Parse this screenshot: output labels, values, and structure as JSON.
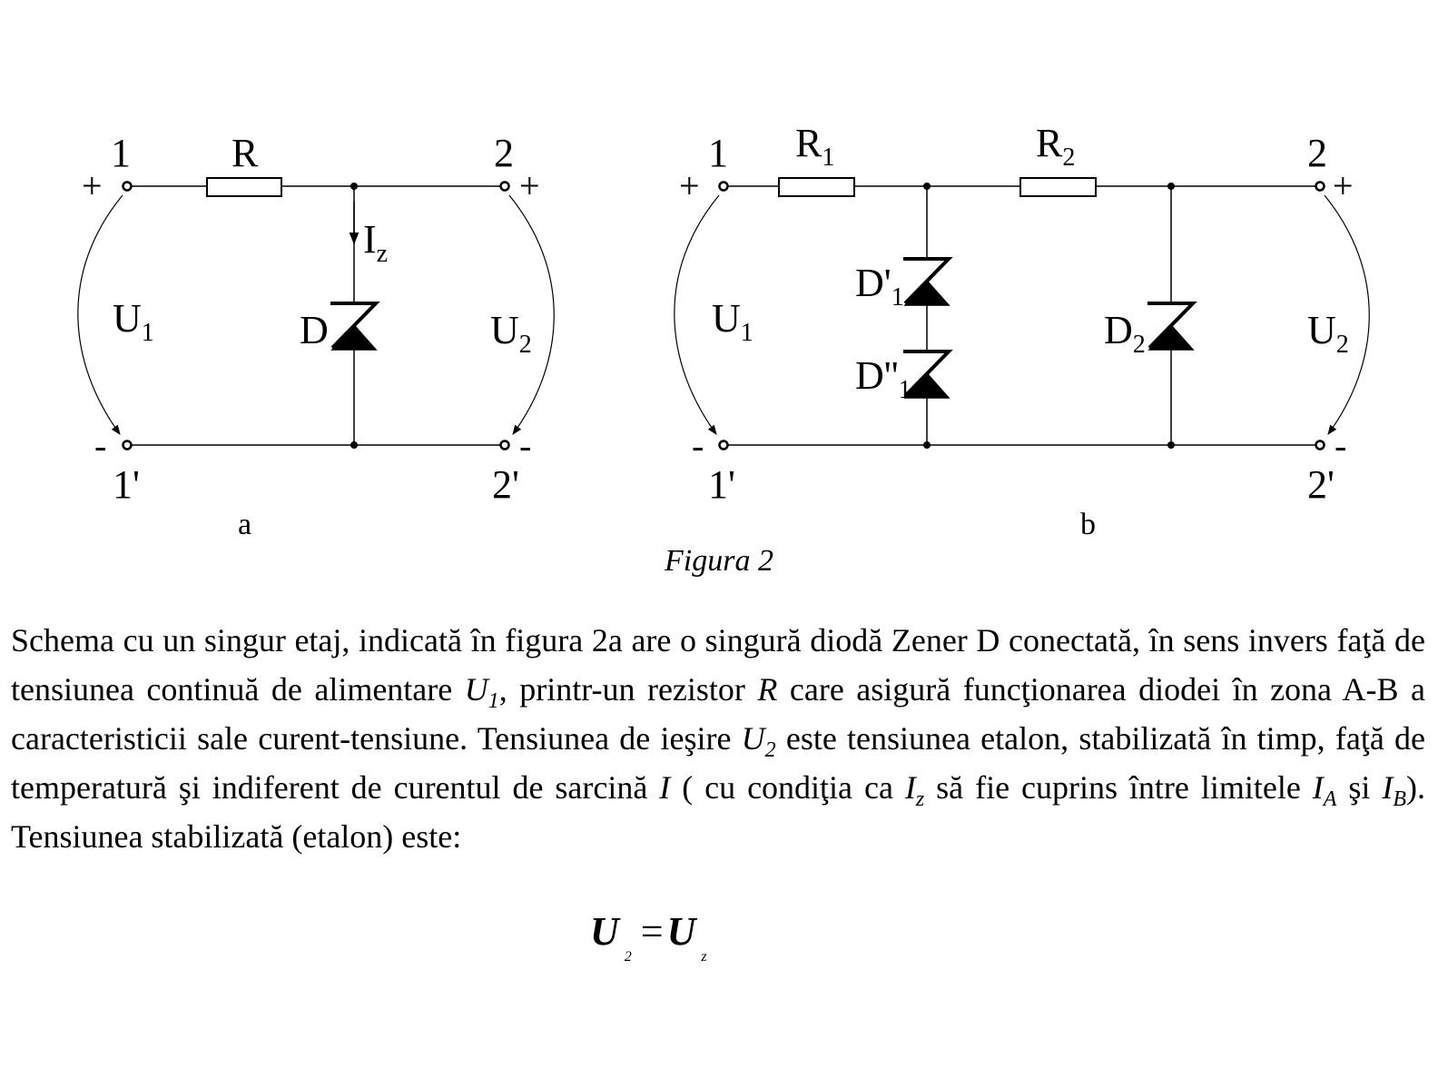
{
  "figure": {
    "caption": "Figura 2",
    "circuit_a": {
      "sublabel": "a",
      "terminals": {
        "in_top": "1",
        "in_bottom": "1'",
        "out_top": "2",
        "out_bottom": "2'"
      },
      "signs": {
        "plus": "+",
        "minus": "-"
      },
      "resistor": "R",
      "current": {
        "main": "I",
        "sub": "z"
      },
      "diode": "D",
      "voltage_in": {
        "main": "U",
        "sub": "1"
      },
      "voltage_out": {
        "main": "U",
        "sub": "2"
      }
    },
    "circuit_b": {
      "sublabel": "b",
      "terminals": {
        "in_top": "1",
        "in_bottom": "1'",
        "out_top": "2",
        "out_bottom": "2'"
      },
      "signs": {
        "plus": "+",
        "minus": "-"
      },
      "resistor1": {
        "main": "R",
        "sub": "1"
      },
      "resistor2": {
        "main": "R",
        "sub": "2"
      },
      "diode1a": {
        "main": "D'",
        "sub": "1"
      },
      "diode1b": {
        "main": "D''",
        "sub": "1"
      },
      "diode2": {
        "main": "D",
        "sub": "2"
      },
      "voltage_in": {
        "main": "U",
        "sub": "1"
      },
      "voltage_out": {
        "main": "U",
        "sub": "2"
      }
    }
  },
  "paragraph": {
    "t1": "Schema cu un singur etaj, indicată în figura 2a are o singură diodă Zener D conectată, în sens invers faţă de tensiunea continuă de alimentare ",
    "u1_main": "U",
    "u1_sub": "1",
    "t2": ", printr-un rezistor ",
    "r": "R",
    "t3": " care asigură funcţionarea diodei în zona A-B a caracteristicii sale curent-tensiune. Tensiunea de ieşire ",
    "u2_main": "U",
    "u2_sub": "2",
    "t4": " este tensiunea etalon, stabilizată în timp, faţă de temperatură şi indiferent de curentul de sarcină ",
    "i": "I",
    "t5": " ( cu condiţia ca ",
    "iz_main": "I",
    "iz_sub": "z",
    "t6": " să fie cuprins între limitele ",
    "ia_main": "I",
    "ia_sub": "A",
    "t7": " şi ",
    "ib_main": "I",
    "ib_sub": "B",
    "t8": "). Tensiunea stabilizată (etalon) este:"
  },
  "formula": {
    "lhs": "U",
    "lhs_sub": "2",
    "eq": "=",
    "rhs": "U",
    "rhs_sub": "z"
  }
}
